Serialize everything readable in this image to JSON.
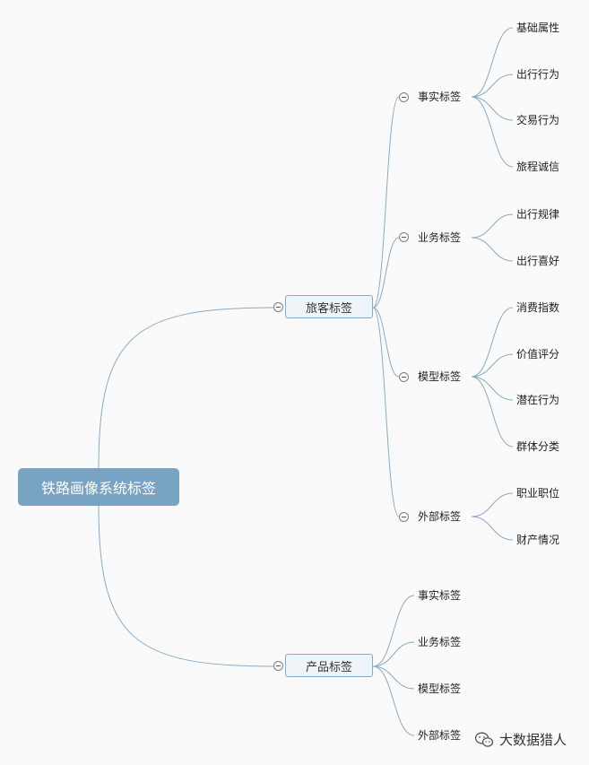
{
  "root": {
    "label": "铁路画像系统标签"
  },
  "branches": [
    {
      "label": "旅客标签",
      "groups": [
        {
          "label": "事实标签",
          "items": [
            "基础属性",
            "出行行为",
            "交易行为",
            "旅程诚信"
          ]
        },
        {
          "label": "业务标签",
          "items": [
            "出行规律",
            "出行喜好"
          ]
        },
        {
          "label": "模型标签",
          "items": [
            "消费指数",
            "价值评分",
            "潜在行为",
            "群体分类"
          ]
        },
        {
          "label": "外部标签",
          "items": [
            "职业职位",
            "财产情况"
          ]
        }
      ]
    },
    {
      "label": "产品标签",
      "groups": [
        {
          "label": "事实标签"
        },
        {
          "label": "业务标签"
        },
        {
          "label": "模型标签"
        },
        {
          "label": "外部标签"
        }
      ]
    }
  ],
  "watermark": {
    "text": "大数据猎人",
    "icon": "wechat-icon"
  },
  "colors": {
    "root_fill": "#79a3c2",
    "line": "#8aabc5",
    "node_fill": "#eff4f8",
    "node_border": "#8aa9c2"
  }
}
